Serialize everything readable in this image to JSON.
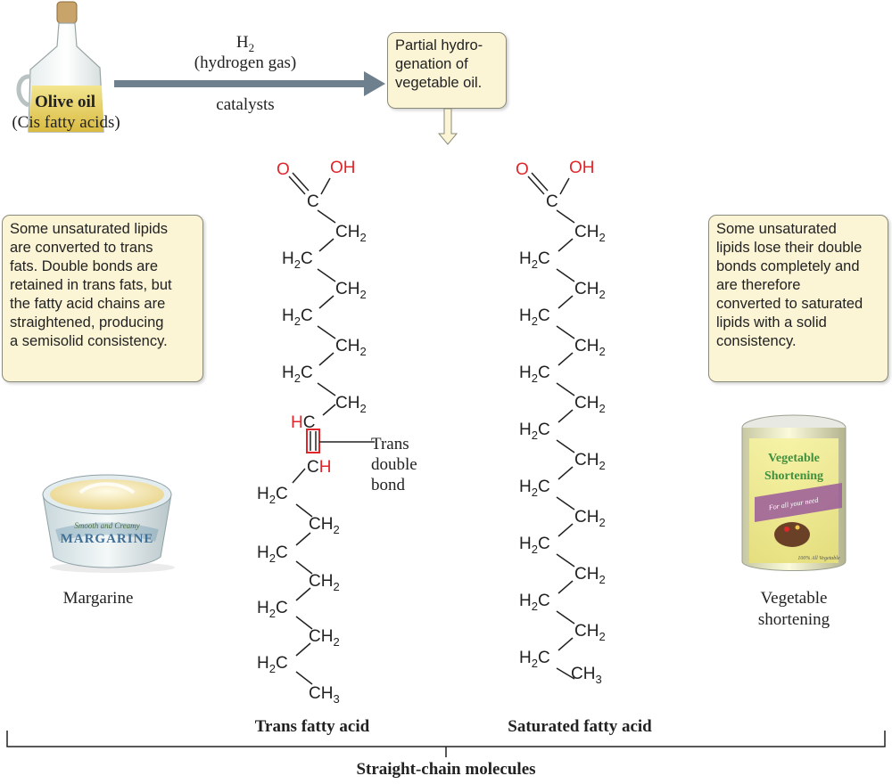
{
  "top": {
    "olive_oil": {
      "title": "Olive oil",
      "subtitle": "(Cis fatty acids)"
    },
    "reaction": {
      "reagent_line1": "H",
      "reagent_sub": "2",
      "reagent_line2": "(hydrogen gas)",
      "below_arrow": "catalysts"
    },
    "process_note": [
      "Partial hydro-",
      "genation of",
      "vegetable oil."
    ]
  },
  "left_note": [
    "Some unsaturated lipids",
    "are converted to trans",
    "fats. Double bonds are",
    "retained in trans fats, but",
    "the fatty acid chains are",
    "straightened, producing",
    "a semisolid consistency."
  ],
  "right_note": [
    "Some unsaturated",
    "lipids lose their double",
    "bonds completely and",
    "are therefore",
    "converted to saturated",
    "lipids with a solid",
    "consistency."
  ],
  "products": {
    "margarine": {
      "label": "Margarine",
      "tub_text_line1": "Smooth and Creamy",
      "tub_text_line2": "MARGARINE"
    },
    "shortening": {
      "label_line1": "Vegetable",
      "label_line2": "shortening",
      "can_title1": "Vegetable",
      "can_title2": "Shortening",
      "can_ribbon": "For all your need",
      "can_footer": "100% All Vegetable"
    }
  },
  "molecules": {
    "trans": {
      "name": "Trans fatty acid",
      "carbonyl_o": "O",
      "hydroxyl": "OH",
      "carboxyl_c": "C",
      "ch2_label": "CH",
      "h2c_label": "H",
      "c_label": "C",
      "sub2": "2",
      "hc_h": "H",
      "hc_c": "C",
      "ch_c": "C",
      "ch_h": "H",
      "ch3_label": "CH",
      "sub3": "3",
      "callout": [
        "Trans",
        "double",
        "bond"
      ]
    },
    "saturated": {
      "name": "Saturated fatty acid",
      "carbonyl_o": "O",
      "hydroxyl": "OH",
      "carboxyl_c": "C",
      "ch2_label": "CH",
      "h2c_label": "H",
      "c_label": "C",
      "sub2": "2",
      "ch3_label": "CH",
      "sub3": "3"
    }
  },
  "bracket_label": "Straight-chain molecules",
  "colors": {
    "accent_red": "#e0262b",
    "note_fill": "#fbf5d6",
    "arrow": "#6e7f8d"
  }
}
